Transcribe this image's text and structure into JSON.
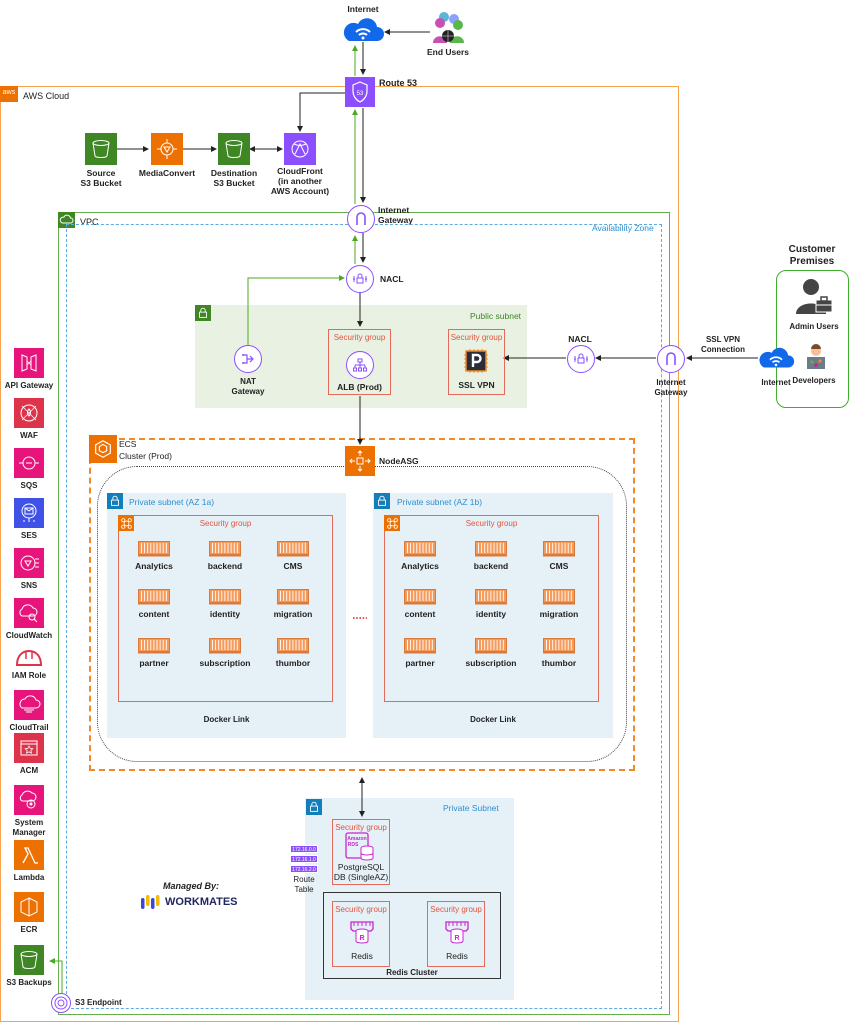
{
  "top": {
    "internet_label": "Internet",
    "end_users_label": "End Users",
    "route53_label": "Route 53",
    "route53_glyph": "53"
  },
  "aws_cloud": {
    "title": "AWS Cloud",
    "logo_text": "aws",
    "media_pipeline": [
      {
        "name": "source-s3-bucket",
        "label_1": "Source",
        "label_2": "S3 Bucket",
        "icon": "s3-bucket-icon"
      },
      {
        "name": "mediaconvert",
        "label_1": "MediaConvert",
        "label_2": "",
        "icon": "mediaconvert-icon"
      },
      {
        "name": "destination-s3-bucket",
        "label_1": "Destination",
        "label_2": "S3 Bucket",
        "icon": "s3-bucket-icon"
      },
      {
        "name": "cloudfront",
        "label_1": "CloudFront",
        "label_2": "(in another",
        "label_3": "AWS Account)",
        "icon": "cloudfront-icon"
      }
    ],
    "left_services": [
      {
        "label": "API Gateway",
        "icon": "api-gateway-icon",
        "color": "#e7157b"
      },
      {
        "label": "WAF",
        "icon": "waf-icon",
        "color": "#dd344c"
      },
      {
        "label": "SQS",
        "icon": "sqs-icon",
        "color": "#e7157b"
      },
      {
        "label": "SES",
        "icon": "ses-icon",
        "color": "#3f51e6"
      },
      {
        "label": "SNS",
        "icon": "sns-icon",
        "color": "#e7157b"
      },
      {
        "label": "CloudWatch",
        "icon": "cloudwatch-icon",
        "color": "#e7157b"
      },
      {
        "label": "IAM Role",
        "icon": "iam-role-icon",
        "color": "#dd344c"
      },
      {
        "label": "CloudTrail",
        "icon": "cloudtrail-icon",
        "color": "#e7157b"
      },
      {
        "label": "ACM",
        "icon": "acm-icon",
        "color": "#dd344c"
      },
      {
        "label": "System Manager",
        "label_1": "System",
        "label_2": "Manager",
        "icon": "systems-manager-icon",
        "color": "#e7157b"
      },
      {
        "label": "Lambda",
        "icon": "lambda-icon",
        "color": "#ed7100"
      },
      {
        "label": "ECR",
        "icon": "ecr-icon",
        "color": "#ed7100"
      },
      {
        "label": "S3 Backups",
        "icon": "s3-bucket-icon",
        "color": "#3f8624"
      }
    ],
    "s3_endpoint_label": "S3 Endpoint"
  },
  "vpc": {
    "title": "VPC",
    "availability_zone_label": "Availability Zone",
    "internet_gateway_label_1": "Internet",
    "internet_gateway_label_2": "Gateway",
    "nacl_label": "NACL",
    "public_subnet": {
      "title": "Public subnet",
      "nat_label_1": "NAT",
      "nat_label_2": "Gateway",
      "alb_sg_title": "Security group",
      "alb_label": "ALB (Prod)",
      "vpn_sg_title": "Security group",
      "vpn_label": "SSL VPN"
    },
    "right_nacl_label": "NACL",
    "right_igw_label_1": "Internet",
    "right_igw_label_2": "Gateway",
    "ssl_vpn_connection_1": "SSL VPN",
    "ssl_vpn_connection_2": "Connection",
    "ecs": {
      "title_1": "ECS",
      "title_2": "Cluster (Prod)",
      "nodeasg_label": "NodeASG",
      "subnets": [
        {
          "title": "Private subnet (AZ 1a)",
          "sg_title": "Security group",
          "services": [
            "Analytics",
            "backend",
            "CMS",
            "content",
            "identity",
            "migration",
            "partner",
            "subscription",
            "thumbor"
          ],
          "footer": "Docker Link"
        },
        {
          "title": "Private subnet (AZ 1b)",
          "sg_title": "Security group",
          "services": [
            "Analytics",
            "backend",
            "CMS",
            "content",
            "identity",
            "migration",
            "partner",
            "subscription",
            "thumbor"
          ],
          "footer": "Docker Link"
        }
      ],
      "ellipsis": "....."
    },
    "private_subnet": {
      "title": "Private Subnet",
      "rds_sg_title": "Security group",
      "rds_badge_1": "Amazon",
      "rds_badge_2": "RDS",
      "rds_label_1": "PostgreSQL",
      "rds_label_2": "DB (SingleAZ)",
      "redis_cluster_label": "Redis Cluster",
      "redis_nodes": [
        {
          "sg_title": "Security group",
          "label": "Redis"
        },
        {
          "sg_title": "Security group",
          "label": "Redis"
        }
      ]
    },
    "route_table": {
      "entries": [
        "172.16.0.0",
        "172.16.1.0",
        "172.16.2.0"
      ],
      "label_1": "Route",
      "label_2": "Table"
    }
  },
  "customer_premises": {
    "title_1": "Customer",
    "title_2": "Premises",
    "admin_users_label": "Admin Users",
    "developers_label": "Developers",
    "internet_label": "Internet"
  },
  "managed_by": {
    "label": "Managed By:",
    "brand": "WORKMATES"
  },
  "colors": {
    "aws_orange": "#f7a24d",
    "vpc_green": "#3f8624",
    "az_blue": "#2b8fd0",
    "public_subnet_bg": "#e9f1e3",
    "private_subnet_bg": "#e6f0f7",
    "security_group_red": "#e26b5c",
    "network_purple": "#8c4fff",
    "compute_orange": "#ed7100",
    "storage_green": "#3f8624",
    "flow_green": "#4caa22"
  }
}
